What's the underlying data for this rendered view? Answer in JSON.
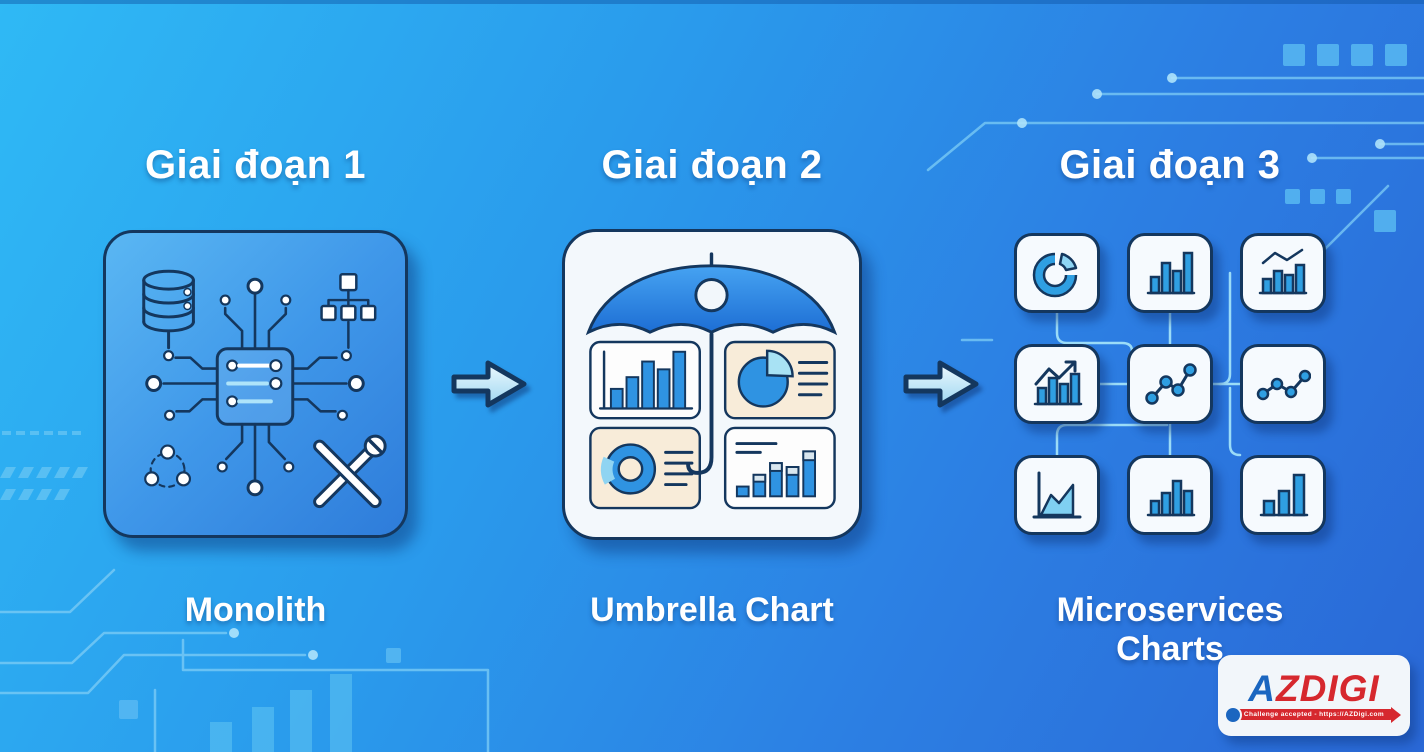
{
  "infographic": {
    "stages": [
      {
        "title": "Giai đoạn 1",
        "label": "Monolith",
        "icon": "monolith-circuit-chip"
      },
      {
        "title": "Giai đoạn 2",
        "label": "Umbrella Chart",
        "icon": "umbrella-over-mini-charts"
      },
      {
        "title": "Giai đoạn 3",
        "label": "Microservices Charts",
        "icon": "grid-of-chart-tiles"
      }
    ],
    "arrows": [
      {
        "name": "flow-arrow-1",
        "direction": "right"
      },
      {
        "name": "flow-arrow-2",
        "direction": "right"
      }
    ],
    "monolith_icons": [
      "database-icon",
      "org-tree-icon",
      "cpu-chip-icon",
      "node-cluster-icon",
      "tools-icon",
      "circuit-trace-lines"
    ],
    "umbrella_mini_charts": [
      "bar-chart",
      "pie-chart",
      "donut-chart",
      "column-chart-with-caps"
    ],
    "microservice_tiles": [
      "donut-chart",
      "bar-chart",
      "bars-with-trend-line",
      "bars-with-trend-arrow",
      "line-dot-chart",
      "line-dot-chart",
      "area-chart",
      "column-chart",
      "ascending-bars"
    ]
  },
  "watermark": {
    "brand_prefix": "A",
    "brand_suffix": "ZDIGI",
    "tagline": "Challenge accepted - https://AZDigi.com"
  },
  "colors": {
    "background_start": "#2fb9f5",
    "background_end": "#2a68d6",
    "outline_navy": "#14375e",
    "panel_white": "#f3f8fc",
    "monolith_card_start": "#5ab7f3",
    "monolith_card_end": "#2e7cda",
    "chart_blue": "#2f9fe2",
    "chart_light_blue": "#8ed5f4",
    "cream_panel": "#f8ecd9",
    "decor_line": "#7ecdf6",
    "brand_blue": "#1b66c0",
    "brand_red": "#d6282e",
    "title_text": "#ffffff"
  }
}
